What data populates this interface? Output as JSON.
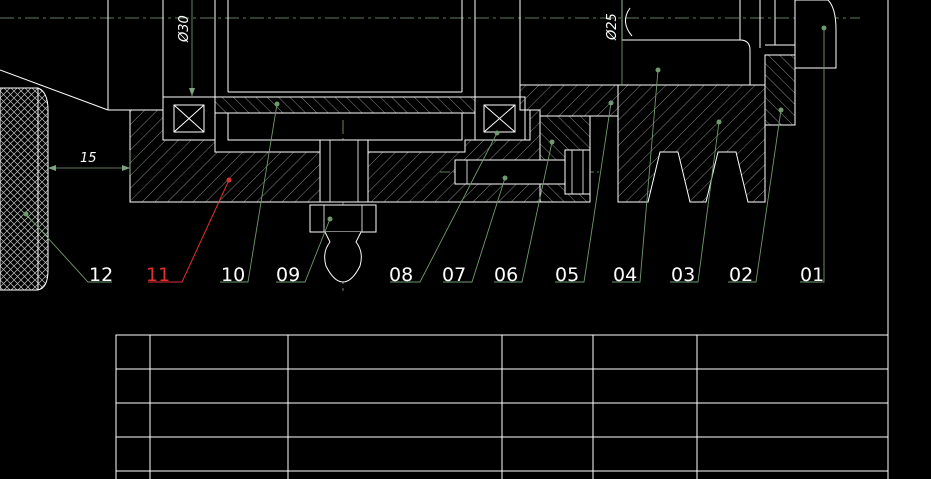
{
  "drawing": {
    "dimensions": {
      "dia_left": "Ø30",
      "dia_right": "Ø25",
      "length": "15"
    },
    "balloons": [
      "12",
      "11",
      "10",
      "09",
      "08",
      "07",
      "06",
      "05",
      "04",
      "03",
      "02",
      "01"
    ],
    "highlighted_balloon": "11",
    "colors": {
      "background": "#000000",
      "line": "#ffffff",
      "hatch": "#bfbfbf",
      "centerline": "#7fa67f",
      "leader": "#6e9a6e",
      "highlight": "#e03030"
    }
  },
  "title_block": {
    "rows": 4,
    "columns": 6
  }
}
